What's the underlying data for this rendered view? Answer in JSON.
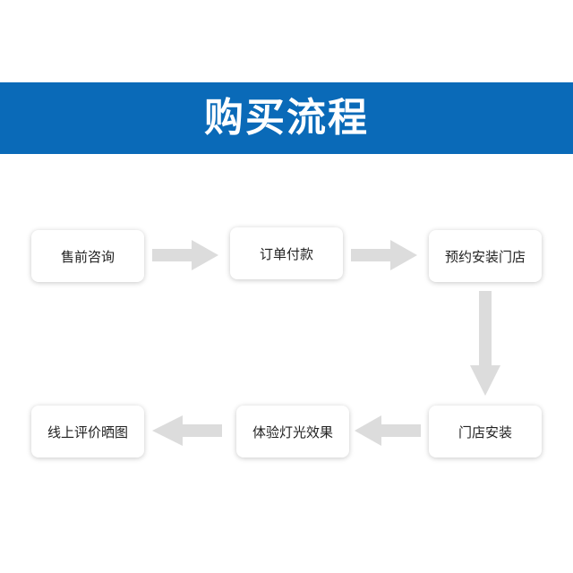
{
  "title": "购买流程",
  "colors": {
    "banner": "#0a6ab8",
    "arrow": "#dcdcdc",
    "text": "#222222"
  },
  "steps": [
    {
      "label": "售前咨询"
    },
    {
      "label": "订单付款"
    },
    {
      "label": "预约安装门店"
    },
    {
      "label": "门店安装"
    },
    {
      "label": "体验灯光效果"
    },
    {
      "label": "线上评价晒图"
    }
  ]
}
